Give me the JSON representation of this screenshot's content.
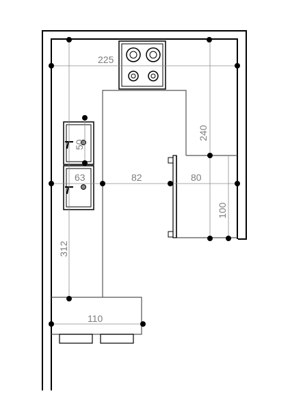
{
  "drawing": {
    "colors": {
      "wall": "#000000",
      "dimension_line": "#8c8c8c",
      "dimension_text": "#7d7d7d",
      "counter_edge": "#555555",
      "marker": "#000000",
      "background": "#ffffff"
    },
    "dimensions": {
      "top_counter": "225",
      "right_run": "240",
      "sink_small": "50",
      "sink_large": "63",
      "aisle": "82",
      "appliance_width": "80",
      "appliance_depth": "100",
      "left_run": "312",
      "bar_counter": "110"
    },
    "fixtures": {
      "cooktop_icon": "cooktop-4-burner-icon",
      "sink_icon": "sink-icon",
      "faucet_icon": "faucet-icon",
      "appliance_icon": "appliance-icon",
      "stool_icon": "bar-stool-icon"
    }
  }
}
